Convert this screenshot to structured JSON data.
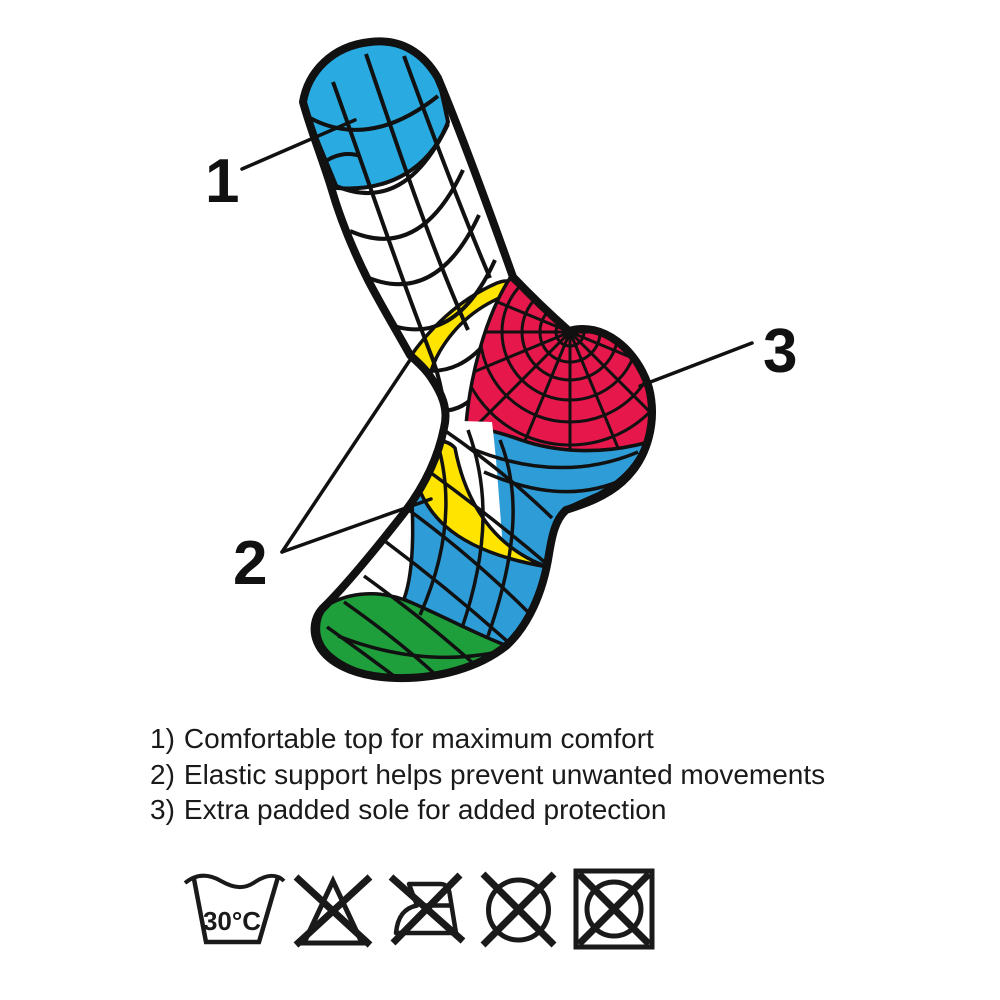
{
  "callouts": [
    {
      "label": "1"
    },
    {
      "label": "2"
    },
    {
      "label": "3"
    }
  ],
  "legend": {
    "items": [
      {
        "num": "1)",
        "text": "Comfortable top for maximum comfort"
      },
      {
        "num": "2)",
        "text": "Elastic support helps prevent unwanted movements"
      },
      {
        "num": "3)",
        "text": "Extra padded sole for added protection"
      }
    ]
  },
  "care": {
    "wash_temp": "30°C",
    "symbols": [
      {
        "name": "wash-30c-icon"
      },
      {
        "name": "do-not-bleach-icon"
      },
      {
        "name": "do-not-iron-icon"
      },
      {
        "name": "do-not-dry-clean-icon"
      },
      {
        "name": "do-not-tumble-dry-icon"
      }
    ]
  },
  "colors": {
    "cuff_cyan": "#29ABE2",
    "heel_red": "#E5174B",
    "elastic_yellow": "#FFE400",
    "foot_blue": "#2E9CD6",
    "toe_green": "#1F9E3C",
    "outline_black": "#111111"
  }
}
